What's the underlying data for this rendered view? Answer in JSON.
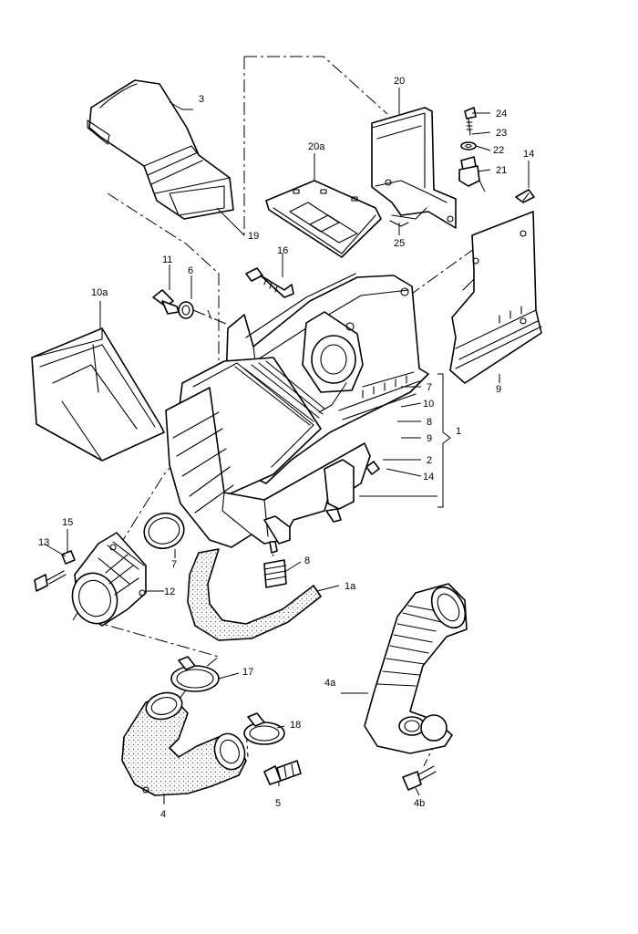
{
  "callouts": {
    "c1": "1",
    "c1a": "1a",
    "c2": "2",
    "c3": "3",
    "c4": "4",
    "c4a": "4a",
    "c4b": "4b",
    "c5": "5",
    "c6": "6",
    "c7a": "7",
    "c7b": "7",
    "c8a": "8",
    "c8b": "8",
    "c9a": "9",
    "c9b": "9",
    "c10": "10",
    "c10a": "10a",
    "c11": "11",
    "c12": "12",
    "c13": "13",
    "c14a": "14",
    "c14b": "14",
    "c15": "15",
    "c16": "16",
    "c17": "17",
    "c18": "18",
    "c19": "19",
    "c20": "20",
    "c20a": "20a",
    "c21": "21",
    "c22": "22",
    "c23": "23",
    "c24": "24",
    "c25": "25"
  }
}
